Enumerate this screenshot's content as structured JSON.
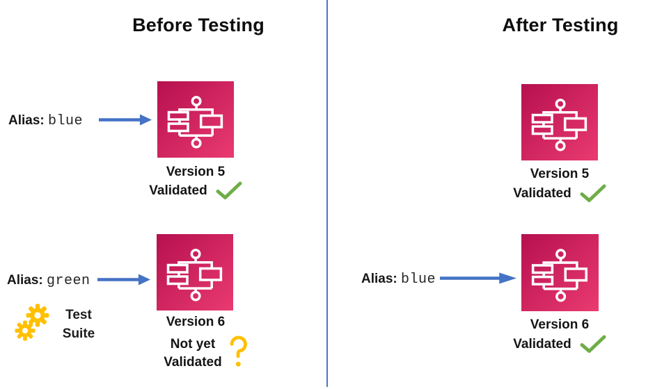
{
  "before": {
    "title": "Before Testing",
    "row1": {
      "alias_label": "Alias:",
      "alias_value": "blue",
      "version": "Version 5",
      "status": "Validated"
    },
    "row2": {
      "alias_label": "Alias:",
      "alias_value": "green",
      "version": "Version 6",
      "status_line1": "Not yet",
      "status_line2": "Validated"
    },
    "test_suite": {
      "line1": "Test",
      "line2": "Suite"
    }
  },
  "after": {
    "title": "After Testing",
    "row1": {
      "version": "Version 5",
      "status": "Validated"
    },
    "row2": {
      "alias_label": "Alias:",
      "alias_value": "blue",
      "version": "Version 6",
      "status": "Validated"
    }
  },
  "icons": {
    "workflow-icon": "aws-step-functions-workflow-glyph",
    "gear-icon": "⚙",
    "check-icon": "✓",
    "question-mark-icon": "?",
    "arrow-right-icon": "→"
  },
  "colors": {
    "icon_gradient_start": "#b6104f",
    "icon_gradient_end": "#ea3a71",
    "arrow_blue": "#4472c4",
    "divider_blue": "#4877c8",
    "check_green": "#70ad47",
    "gold": "#ffc000"
  }
}
